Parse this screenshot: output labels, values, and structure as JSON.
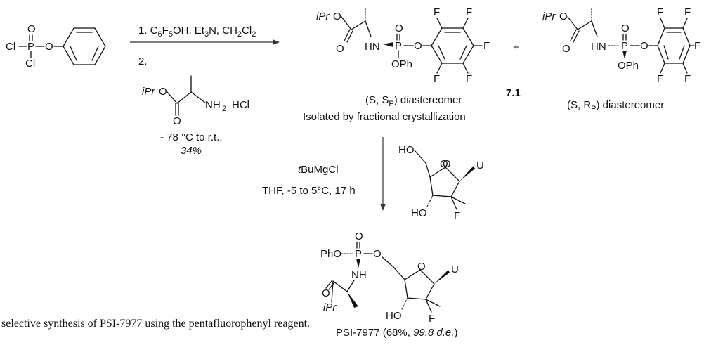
{
  "caption": "selective synthesis of PSI-7977 using the pentafluorophenyl reagent.",
  "step1": {
    "line1_pre": "1. C",
    "line1_sub1": "6",
    "line1_mid1": "F",
    "line1_sub2": "5",
    "line1_mid2": "OH, Et",
    "line1_sub3": "3",
    "line1_mid3": "N, CH",
    "line1_sub4": "2",
    "line1_mid4": "Cl",
    "line1_sub5": "2",
    "line2": "2.",
    "amine_nh2": "NH",
    "amine_nh2_sub": "2",
    "amine_hcl": "HCl",
    "amine_ipr": "iPr",
    "conditions": "- 78 °C to r.t.,",
    "yield": "34%"
  },
  "product1": {
    "label_pre": "(S, S",
    "label_sub": "P",
    "label_post": ") diastereomer",
    "note": "Isolated by fractional crystallization"
  },
  "product2": {
    "label_pre": "(S, R",
    "label_sub": "P",
    "label_post": ") diastereomer"
  },
  "compound_number": "7.1",
  "plus": "+",
  "step2": {
    "reagent": "BuMgCl",
    "reagent_prefix": "t",
    "conditions": "THF, -5 to 5°C, 17 h"
  },
  "final": {
    "name": "PSI-7977 (68%, ",
    "de": "99.8 d.e.",
    "close": ")"
  },
  "atoms": {
    "Cl": "Cl",
    "P": "P",
    "O": "O",
    "F": "F",
    "N": "HN",
    "NH": "NH",
    "OPh": "OPh",
    "PhO": "PhO",
    "HO": "HO",
    "U": "U",
    "iPr": "iPr"
  }
}
